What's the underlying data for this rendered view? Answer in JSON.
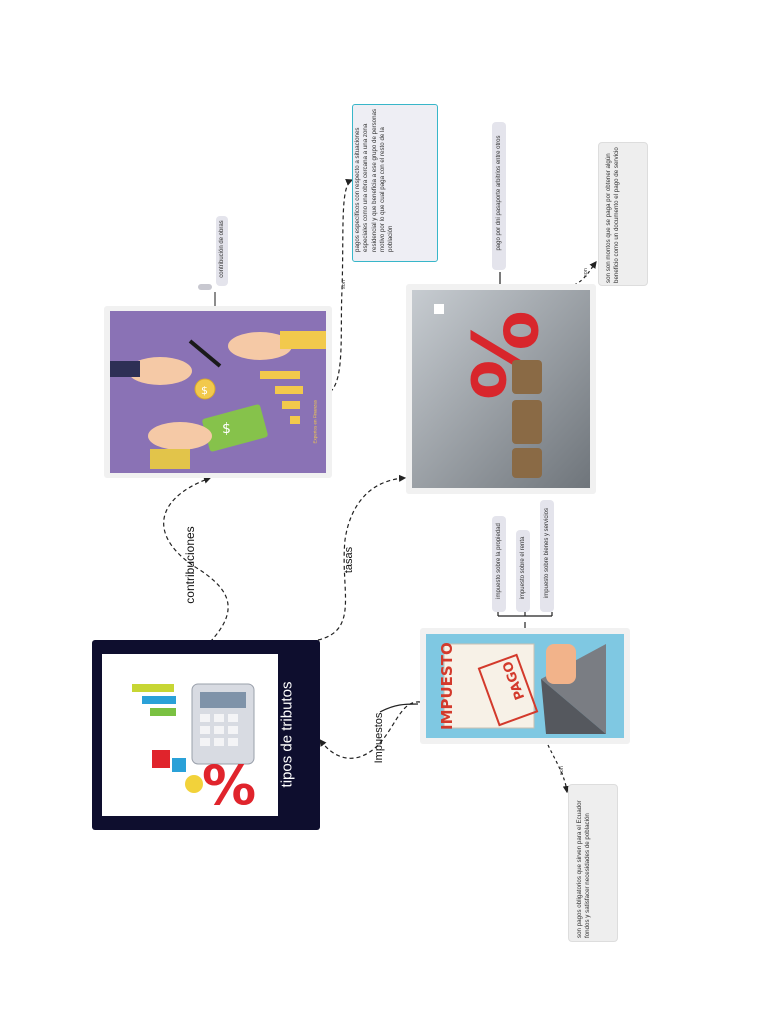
{
  "main": {
    "title": "tipos de tributos"
  },
  "branches": {
    "contribuciones": {
      "label": "contribuciones",
      "image_caption": "Expertos en Finanzas"
    },
    "tasas": {
      "label": "tasas"
    },
    "impuestos": {
      "label": "Impuestos"
    }
  },
  "contribuciones_tag": "contribución de obras",
  "contribuciones_desc": "pagos específicos con respecto a situaciones especiales como una obra cercana a una zona residencial y que beneficia a ese grupo de personas motivo por lo que cual paga con el resto de la población",
  "tasas_tag": "pago por dni pasaporte arbitrios entre otros",
  "tasas_desc": "son son montos que se paga por obtener algún beneficio como un documento el pago de servicio",
  "impuestos_items": [
    "impuesto sobre la propiedad",
    "impuesto sobre el renta",
    "impuesto sobre bienes y servicios"
  ],
  "impuestos_desc": "son pagos obligatorios que sirven para el Ecuador fondos y satisfacer necesidades de población",
  "connector_word": "son",
  "stamp": {
    "impuesto": "IMPUESTO",
    "pago": "PAGO"
  },
  "colors": {
    "main_bg": "#0e0e2e",
    "purple": "#8a72b5",
    "accent_red": "#e0242c"
  }
}
